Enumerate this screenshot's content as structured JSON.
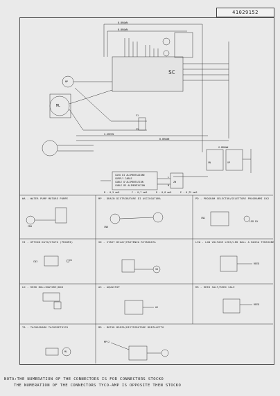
{
  "header": {
    "doc_number": "41029152"
  },
  "main_diagram": {
    "controller_label": "SC",
    "motor_label": "ML",
    "pump_label": "MP",
    "fuse_labels": [
      "F1",
      "F2"
    ],
    "plug_labels": [
      "B",
      "F",
      "L",
      "N",
      "ZW"
    ],
    "wire_labels": [
      "B-BROWN",
      "B-BROWN",
      "G-GREEN",
      "B-BROWN",
      "G-BROWN"
    ],
    "cable_legend": [
      "B - 0,5 mm2",
      "C - 0,7 mm2",
      "D - 0,8 mm2",
      "E - 0,75 mm2"
    ],
    "supply_labels": [
      "CAVO DI ALIMENTAZIONE",
      "SUPPLY CABLE",
      "CABLE D'ALIMENTATION",
      "CABLE DE ALIMENTACION"
    ],
    "switch_labels": [
      "VN",
      "VP"
    ]
  },
  "legend_cells": [
    {
      "title": "WA - WATER PUMP MOTORE POMPE"
    },
    {
      "title": "MP - DRAIN DISTRIBUTORE DI ASCIUGATURA"
    },
    {
      "title": "PD - PROGRAM SELECTOR/SELETTORE PROGRAMMI DX2"
    },
    {
      "title": "VI - OPTION DATO/STATO (PROGMI)"
    },
    {
      "title": "SD - START DELAY/PARTENZA RITARDATA"
    },
    {
      "title": "LSW - LOW VOLTAGE LEDS/LED DALL A BASSA TENSIONE"
    },
    {
      "title": "LD - REED BOLLINATORE/DOD"
    },
    {
      "title": "AS - AQUASTOP"
    },
    {
      "title": "RR - REED SALT/REED SALE"
    },
    {
      "title": "TA - TACHOGRAMO TACHIMETRICO"
    },
    {
      "title": "MR - MOTOR BREZA/DISTRIBUTORE BREZALETTO"
    }
  ],
  "cell_labels": {
    "cn5": "CN5",
    "cn6": "CN6",
    "cn1": "CN1",
    "cn3": "CN3",
    "v1": "V1",
    "sd": "SD",
    "reed": "REED",
    "as": "AS",
    "ml": "ML",
    "mp": "MP/2",
    "led": "LED DX"
  },
  "notes": [
    "NOTA:THE NUMERATION OF THE CONNECTORS IS FOR CONNECTORS STOCKO",
    "THE NUMERATION OF THE CONNECTORS TYCO-AMP IS OPPOSITE THEN STOCKO"
  ]
}
